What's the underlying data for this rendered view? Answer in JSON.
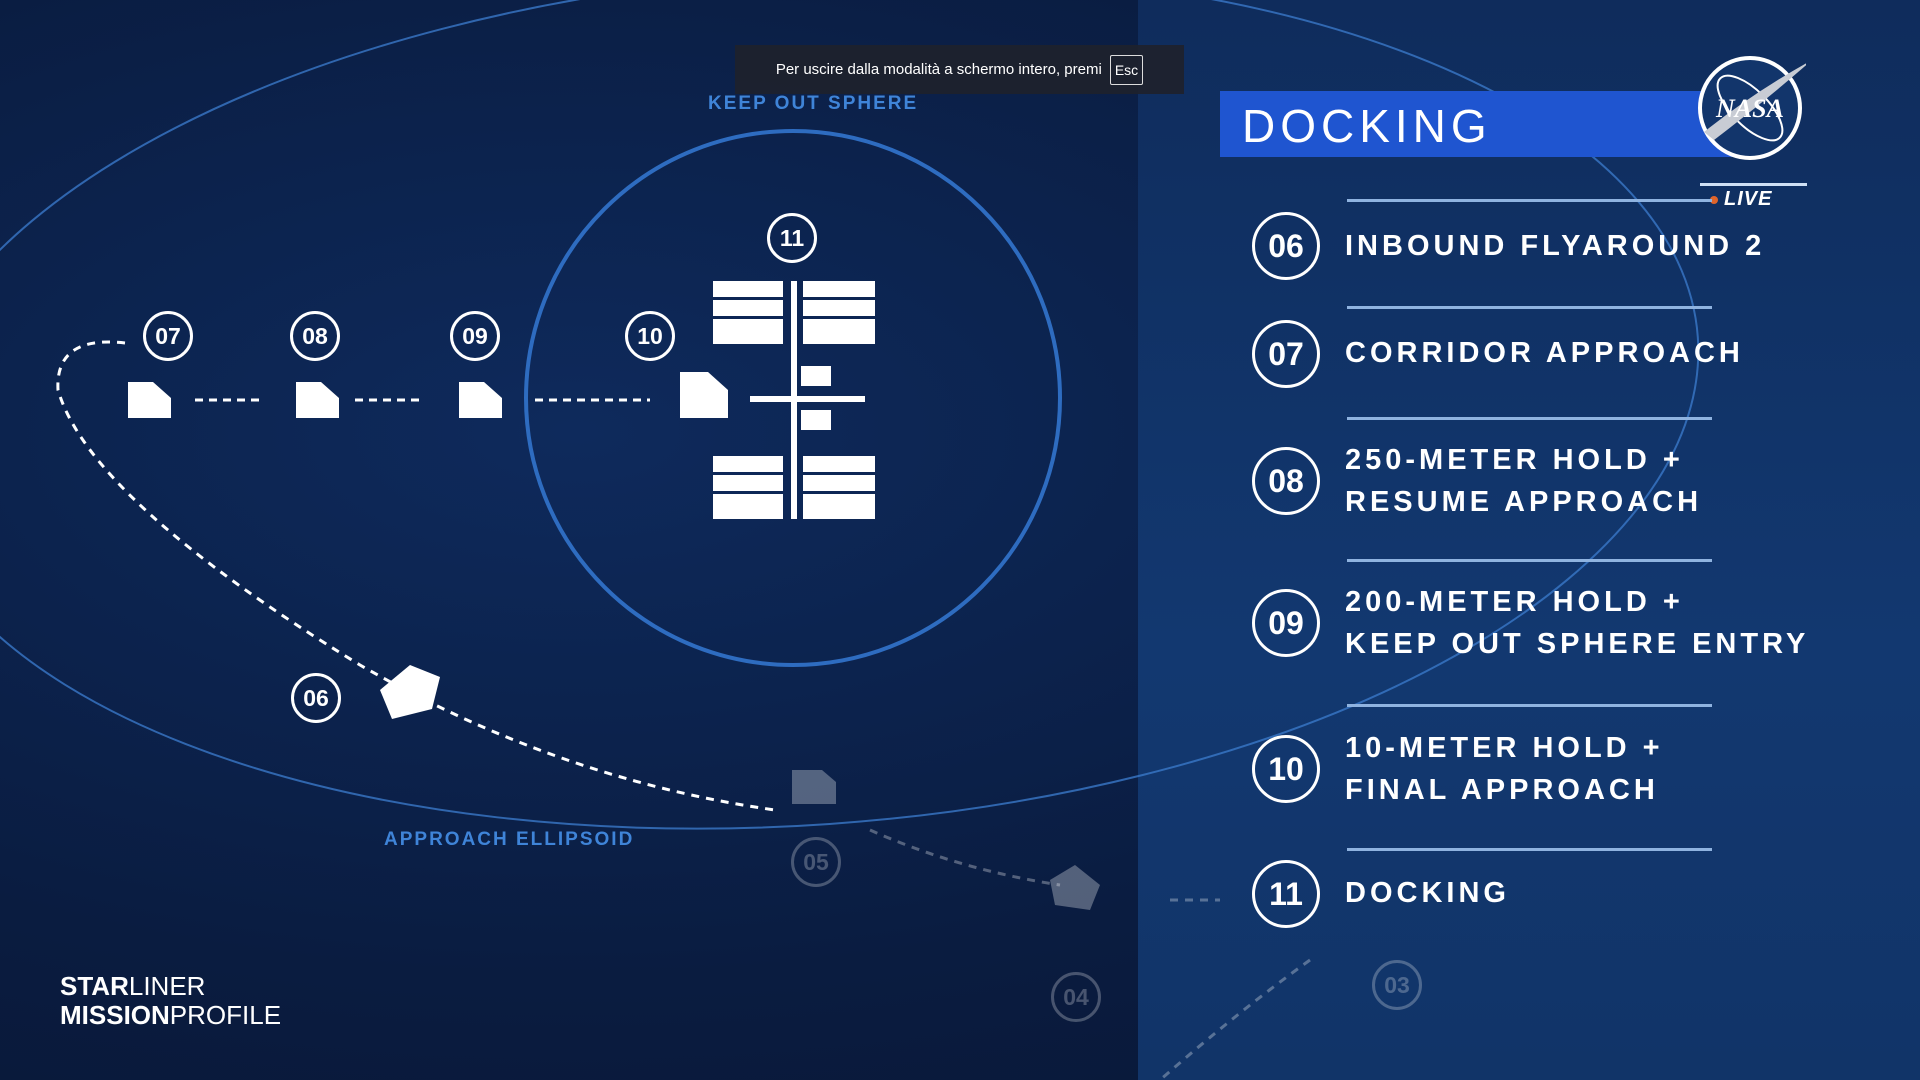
{
  "fullscreen_notice": {
    "text": "Per uscire dalla modalità a schermo intero, premi",
    "key": "Esc"
  },
  "diagram": {
    "keep_out_label": "KEEP OUT SPHERE",
    "approach_label": "APPROACH ELLIPSOID",
    "markers": [
      "03",
      "04",
      "05",
      "06",
      "07",
      "08",
      "09",
      "10",
      "11"
    ]
  },
  "header": {
    "title": "DOCKING",
    "live": "LIVE",
    "brand": "NASA"
  },
  "steps": [
    {
      "num": "06",
      "lines": [
        "INBOUND FLYAROUND 2"
      ]
    },
    {
      "num": "07",
      "lines": [
        "CORRIDOR APPROACH"
      ]
    },
    {
      "num": "08",
      "lines": [
        "250-METER HOLD +",
        "RESUME APPROACH"
      ]
    },
    {
      "num": "09",
      "lines": [
        "200-METER HOLD +",
        "KEEP OUT SPHERE ENTRY"
      ]
    },
    {
      "num": "10",
      "lines": [
        "10-METER HOLD +",
        "FINAL APPROACH"
      ]
    },
    {
      "num": "11",
      "lines": [
        "DOCKING"
      ]
    }
  ],
  "logo": {
    "line1_bold": "STAR",
    "line1_light": "LINER",
    "line2_bold": "MISSION",
    "line2_light": "PROFILE"
  },
  "colors": {
    "accent": "#1f55d0",
    "live_dot": "#e0642a",
    "label": "#3f84d8"
  }
}
